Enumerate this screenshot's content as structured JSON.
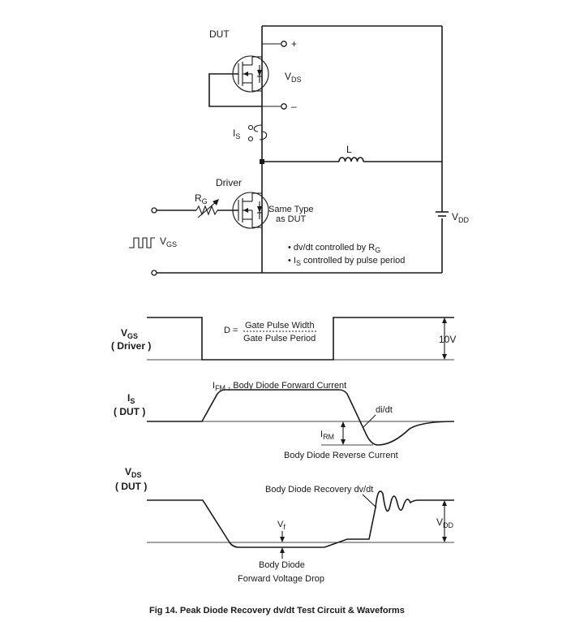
{
  "circuit": {
    "dut_label": "DUT",
    "plus_sign": "+",
    "minus_sign": "–",
    "vds": {
      "main": "V",
      "sub": "DS"
    },
    "is": {
      "main": "I",
      "sub": "S"
    },
    "inductor_label": "L",
    "driver_label": "Driver",
    "rg": {
      "main": "R",
      "sub": "G"
    },
    "same_type_line1": "Same Type",
    "same_type_line2": "as DUT",
    "vgs": {
      "main": "V",
      "sub": "GS"
    },
    "vdd": {
      "main": "V",
      "sub": "DD"
    },
    "note1": {
      "prefix": "• dv/dt controlled by  R",
      "sub": "G"
    },
    "note2": {
      "prefix": "• I",
      "sub": "S",
      "suffix": " controlled by pulse period"
    }
  },
  "waveforms": {
    "vgs_label": {
      "main": "V",
      "sub": "GS",
      "line2": "( Driver )"
    },
    "duty_prefix": "D =",
    "duty_numerator": "Gate Pulse Width",
    "duty_denominator": "Gate Pulse Period",
    "amplitude": "10V",
    "is_label": {
      "main": "I",
      "sub": "S",
      "line2": "( DUT )"
    },
    "ifm": {
      "main": "I",
      "sub": "FM",
      "suffix": " , Body Diode Forward Current"
    },
    "didt": "di/dt",
    "irm": {
      "main": "I",
      "sub": "RM"
    },
    "reverse_current": "Body Diode Reverse Current",
    "vds_label": {
      "main": "V",
      "sub": "DS",
      "line2": "( DUT )"
    },
    "recovery": "Body Diode Recovery dv/dt",
    "vf": {
      "main": "V",
      "sub": "f"
    },
    "vdd": {
      "main": "V",
      "sub": "DD"
    },
    "body_diode": "Body Diode",
    "forward_drop": "Forward Voltage Drop"
  },
  "caption": "Fig 14.  Peak Diode Recovery dv/dt Test Circuit  &  Waveforms"
}
